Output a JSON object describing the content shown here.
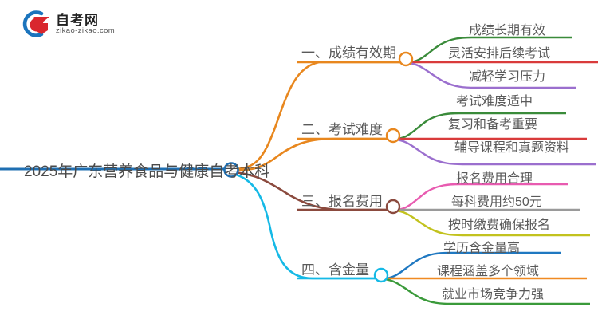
{
  "logo": {
    "title": "自考网",
    "subtitle": "zikao-zikao.com",
    "mark_icon": "graduation-cap-icon",
    "arc_color": "#1b74bd",
    "cap_color": "#d9272e"
  },
  "mindmap": {
    "root": {
      "label": "2025年广东营养食品与健康自考本科",
      "color": "#1f6fb2"
    },
    "branches": [
      {
        "label": "一、成绩有效期",
        "color": "#e8871e",
        "leaves": [
          {
            "label": "成绩长期有效",
            "color": "#3a8b3a"
          },
          {
            "label": "灵活安排后续考试",
            "color": "#d93b3b"
          },
          {
            "label": "减轻学习压力",
            "color": "#9b6fce"
          }
        ]
      },
      {
        "label": "二、考试难度",
        "color": "#e8871e",
        "leaves": [
          {
            "label": "考试难度适中",
            "color": "#3a8b3a"
          },
          {
            "label": "复习和备考重要",
            "color": "#d93b3b"
          },
          {
            "label": "辅导课程和真题资料",
            "color": "#9b6fce"
          }
        ]
      },
      {
        "label": "三、报名费用",
        "color": "#8b4a3e",
        "leaves": [
          {
            "label": "报名费用合理",
            "color": "#e85bb0"
          },
          {
            "label": "每科费用约50元",
            "color": "#9a9a9a"
          },
          {
            "label": "按时缴费确保报名",
            "color": "#c2c21e"
          }
        ]
      },
      {
        "label": "四、含金量",
        "color": "#15b9e6",
        "leaves": [
          {
            "label": "学历含金量高",
            "color": "#1f78c1"
          },
          {
            "label": "课程涵盖多个领域",
            "color": "#f08a22"
          },
          {
            "label": "就业市场竞争力强",
            "color": "#3a9a3a"
          }
        ]
      }
    ]
  }
}
